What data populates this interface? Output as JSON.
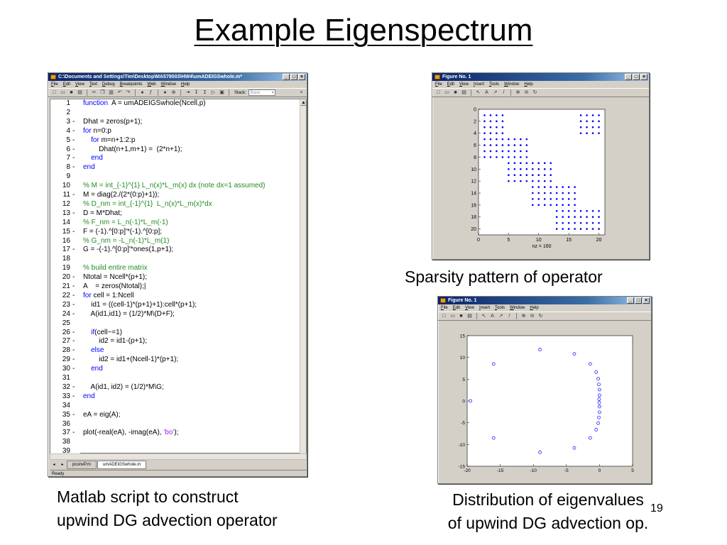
{
  "slide": {
    "title": "Example Eigenspectrum",
    "page_number": "19",
    "captions": {
      "sparsity": "Sparsity pattern of operator",
      "matlab_line1": "Matlab script to construct",
      "matlab_line2": "upwind DG advection operator",
      "eigen_line1": "Distribution of eigenvalues",
      "eigen_line2": "of upwind DG advection op."
    }
  },
  "editor": {
    "window_title": "C:\\Documents and Settings\\Tim\\Desktop\\MA578003\\HW4\\umADEIGSwhole.m*",
    "menu": [
      "File",
      "Edit",
      "View",
      "Text",
      "Debug",
      "Breakpoints",
      "Web",
      "Window",
      "Help"
    ],
    "stack_label": "Stack:",
    "stack_value": "Base",
    "tabs": [
      "pconvP.m",
      "umADEIGSwhole.m"
    ],
    "active_tab": 1,
    "status": "Ready",
    "lines": [
      {
        "n": "1",
        "dash": "",
        "parts": [
          {
            "t": "function",
            "c": "kw"
          },
          {
            "t": "  A = umADEIGSwhole(Ncell,p)",
            "c": ""
          }
        ]
      },
      {
        "n": "2",
        "dash": "",
        "parts": []
      },
      {
        "n": "3",
        "dash": "-",
        "parts": [
          {
            "t": "Dhat = zeros(p+1);",
            "c": ""
          }
        ]
      },
      {
        "n": "4",
        "dash": "-",
        "parts": [
          {
            "t": "for",
            "c": "kw"
          },
          {
            "t": " n=0:p",
            "c": ""
          }
        ]
      },
      {
        "n": "5",
        "dash": "-",
        "parts": [
          {
            "t": "    ",
            "c": ""
          },
          {
            "t": "for",
            "c": "kw"
          },
          {
            "t": " m=n+1:2:p",
            "c": ""
          }
        ]
      },
      {
        "n": "6",
        "dash": "-",
        "parts": [
          {
            "t": "        Dhat(n+1,m+1) =  (2*n+1);",
            "c": ""
          }
        ]
      },
      {
        "n": "7",
        "dash": "-",
        "parts": [
          {
            "t": "    ",
            "c": ""
          },
          {
            "t": "end",
            "c": "kw"
          }
        ]
      },
      {
        "n": "8",
        "dash": "-",
        "parts": [
          {
            "t": "end",
            "c": "kw"
          }
        ]
      },
      {
        "n": "9",
        "dash": "",
        "parts": []
      },
      {
        "n": "10",
        "dash": "",
        "parts": [
          {
            "t": "% M = int_{-1}^{1} L_n(x)*L_m(x) dx (note dx=1 assumed)",
            "c": "cm"
          }
        ]
      },
      {
        "n": "11",
        "dash": "-",
        "parts": [
          {
            "t": "M = diag(2./(2*(0:p)+1));",
            "c": ""
          }
        ]
      },
      {
        "n": "12",
        "dash": "",
        "parts": [
          {
            "t": "% D_nm = int_{-1}^{1}  L_n(x)*L_m(x)*dx",
            "c": "cm"
          }
        ]
      },
      {
        "n": "13",
        "dash": "-",
        "parts": [
          {
            "t": "D = M*Dhat;",
            "c": ""
          }
        ]
      },
      {
        "n": "14",
        "dash": "",
        "parts": [
          {
            "t": "% F_nm = L_n(-1)*L_m(-1)",
            "c": "cm"
          }
        ]
      },
      {
        "n": "15",
        "dash": "-",
        "parts": [
          {
            "t": "F = (-1).^[0:p]'*(-1).^[0:p];",
            "c": ""
          }
        ]
      },
      {
        "n": "16",
        "dash": "",
        "parts": [
          {
            "t": "% G_nm = -L_n(-1)*L_m(1)",
            "c": "cm"
          }
        ]
      },
      {
        "n": "17",
        "dash": "-",
        "parts": [
          {
            "t": "G = -(-1).^[0:p]'*ones(1,p+1);",
            "c": ""
          }
        ]
      },
      {
        "n": "18",
        "dash": "",
        "parts": []
      },
      {
        "n": "19",
        "dash": "",
        "parts": [
          {
            "t": "% build entire matrix",
            "c": "cm"
          }
        ]
      },
      {
        "n": "20",
        "dash": "-",
        "parts": [
          {
            "t": "Ntotal = Ncell*(p+1);",
            "c": ""
          }
        ]
      },
      {
        "n": "21",
        "dash": "-",
        "parts": [
          {
            "t": "A    = zeros(Ntotal);|",
            "c": ""
          }
        ]
      },
      {
        "n": "22",
        "dash": "-",
        "parts": [
          {
            "t": "for",
            "c": "kw"
          },
          {
            "t": " cell = 1:Ncell",
            "c": ""
          }
        ]
      },
      {
        "n": "23",
        "dash": "-",
        "parts": [
          {
            "t": "    id1 = ((cell-1)*(p+1)+1):cell*(p+1);",
            "c": ""
          }
        ]
      },
      {
        "n": "24",
        "dash": "-",
        "parts": [
          {
            "t": "    A(id1,id1) = (1/2)*M\\(D+F);",
            "c": ""
          }
        ]
      },
      {
        "n": "25",
        "dash": "",
        "parts": []
      },
      {
        "n": "26",
        "dash": "-",
        "parts": [
          {
            "t": "    ",
            "c": ""
          },
          {
            "t": "if",
            "c": "kw"
          },
          {
            "t": "(cell~=1)",
            "c": ""
          }
        ]
      },
      {
        "n": "27",
        "dash": "-",
        "parts": [
          {
            "t": "        id2 = id1-(p+1);",
            "c": ""
          }
        ]
      },
      {
        "n": "28",
        "dash": "-",
        "parts": [
          {
            "t": "    ",
            "c": ""
          },
          {
            "t": "else",
            "c": "kw"
          }
        ]
      },
      {
        "n": "29",
        "dash": "-",
        "parts": [
          {
            "t": "        id2 = id1+(Ncell-1)*(p+1);",
            "c": ""
          }
        ]
      },
      {
        "n": "30",
        "dash": "-",
        "parts": [
          {
            "t": "    ",
            "c": ""
          },
          {
            "t": "end",
            "c": "kw"
          }
        ]
      },
      {
        "n": "31",
        "dash": "",
        "parts": []
      },
      {
        "n": "32",
        "dash": "-",
        "parts": [
          {
            "t": "    A(id1, id2) = (1/2)*M\\G;",
            "c": ""
          }
        ]
      },
      {
        "n": "33",
        "dash": "-",
        "parts": [
          {
            "t": "end",
            "c": "kw"
          }
        ]
      },
      {
        "n": "34",
        "dash": "",
        "parts": []
      },
      {
        "n": "35",
        "dash": "-",
        "parts": [
          {
            "t": "eA = eig(A);",
            "c": ""
          }
        ]
      },
      {
        "n": "36",
        "dash": "",
        "parts": []
      },
      {
        "n": "37",
        "dash": "-",
        "parts": [
          {
            "t": "plot(-real(eA), -imag(eA), ",
            "c": ""
          },
          {
            "t": "'bo'",
            "c": "str"
          },
          {
            "t": ");",
            "c": ""
          }
        ]
      },
      {
        "n": "38",
        "dash": "",
        "parts": []
      },
      {
        "n": "39",
        "dash": "",
        "parts": []
      }
    ]
  },
  "figures": {
    "window_title": "Figure No. 1",
    "menu": [
      "File",
      "Edit",
      "View",
      "Insert",
      "Tools",
      "Window",
      "Help"
    ],
    "marker_color": "#0000ff",
    "axes_bg": "#ffffff",
    "window_bg": "#d4d0c8"
  },
  "chart_data": [
    {
      "type": "scatter",
      "name": "sparsity",
      "xlabel": "nz = 160",
      "xlim": [
        0,
        21
      ],
      "ylim": [
        0,
        21
      ],
      "y_reversed": true,
      "xticks": [
        0,
        5,
        10,
        15,
        20
      ],
      "yticks": [
        0,
        2,
        4,
        6,
        8,
        10,
        12,
        14,
        16,
        18,
        20
      ],
      "blocks": [
        {
          "rows": [
            1,
            4
          ],
          "cols": [
            1,
            4
          ]
        },
        {
          "rows": [
            1,
            4
          ],
          "cols": [
            17,
            20
          ]
        },
        {
          "rows": [
            5,
            8
          ],
          "cols": [
            1,
            8
          ]
        },
        {
          "rows": [
            9,
            12
          ],
          "cols": [
            5,
            12
          ]
        },
        {
          "rows": [
            13,
            16
          ],
          "cols": [
            9,
            16
          ]
        },
        {
          "rows": [
            17,
            20
          ],
          "cols": [
            13,
            20
          ]
        }
      ]
    },
    {
      "type": "scatter",
      "name": "eigenvalues",
      "xlim": [
        -20,
        5
      ],
      "ylim": [
        -15,
        15
      ],
      "xticks": [
        -20,
        -15,
        -10,
        -5,
        0,
        5
      ],
      "yticks": [
        -15,
        -10,
        -5,
        0,
        5,
        10,
        15
      ],
      "marker": "circle-open",
      "points": [
        [
          -19.5,
          0
        ],
        [
          -16,
          8.5
        ],
        [
          -16,
          -8.5
        ],
        [
          -9,
          11.8
        ],
        [
          -9,
          -11.8
        ],
        [
          -3.8,
          10.8
        ],
        [
          -3.8,
          -10.8
        ],
        [
          -1.4,
          8.5
        ],
        [
          -1.4,
          -8.5
        ],
        [
          -0.5,
          6.6
        ],
        [
          -0.5,
          -6.6
        ],
        [
          -0.2,
          5.1
        ],
        [
          -0.2,
          -5.1
        ],
        [
          -0.1,
          3.8
        ],
        [
          -0.1,
          -3.8
        ],
        [
          0,
          2.6
        ],
        [
          0,
          -2.6
        ],
        [
          0,
          1.3
        ],
        [
          0,
          -1.3
        ],
        [
          -0.05,
          0.4
        ],
        [
          -0.05,
          -0.4
        ]
      ]
    }
  ]
}
